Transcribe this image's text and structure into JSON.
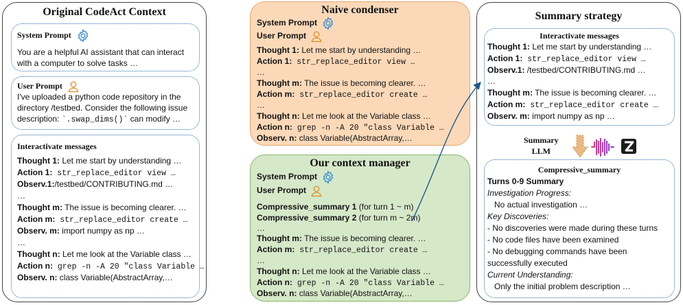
{
  "left": {
    "title": "Original CodeAct Context",
    "system": {
      "label": "System Prompt",
      "text1": "You are a helpful AI assistant that can interact",
      "text2": "with a computer to solve tasks …"
    },
    "user": {
      "label": "User Prompt",
      "text1": "I've uploaded a python code repository in the",
      "text2": "directory /testbed. Consider the following issue",
      "text3a": "description: ",
      "text3b": "`.swap_dims()`",
      "text3c": " can modify …"
    },
    "messages": {
      "title": "Interactivate messages",
      "t1": "Thought 1:",
      "t1v": " Let me start by understanding …",
      "a1": "Action 1:",
      "a1v": " str_replace_editor view …",
      "o1": "Observ.1:",
      "o1v": "/testbed/CONTRIBUTING.md …",
      "dots1": "…",
      "tm": "Thought m:",
      "tmv": " The issue is becoming clearer. …",
      "am": "Action m:",
      "amv": " str_replace_editor create …",
      "om": "Observ. m:",
      "omv": " import numpy as np …",
      "dots2": "…",
      "tn": "Thought n:",
      "tnv": " Let me look at the Variable class …",
      "an": "Action n:",
      "anv": " grep -n -A 20 \"class Variable …",
      "on": "Observ. n:",
      "onv": " class Variable(AbstractArray,…"
    }
  },
  "naive": {
    "title": "Naive condenser",
    "system": "System Prompt",
    "user": "User Prompt",
    "t1": "Thought 1:",
    "t1v": " Let me start by understanding …",
    "a1": "Action 1:",
    "a1v": " str_replace_editor view …",
    "dots1": "…",
    "tm": "Thought m:",
    "tmv": " The issue is becoming clearer. …",
    "am": "Action m:",
    "amv": " str_replace_editor create …",
    "dots2": "…",
    "tn": "Thought n:",
    "tnv": " Let me look at the Variable class …",
    "an": "Action n:",
    "anv": " grep -n -A 20 \"class Variable …",
    "on": "Observ. n:",
    "onv": " class Variable(AbstractArray,…"
  },
  "ours": {
    "title": "Our context manager",
    "system": "System Prompt",
    "user": "User Prompt",
    "cs1": "Compressive_summary 1",
    "cs1v": " (for turn 1 ~ m)",
    "cs2": "Compressive_summary 2",
    "cs2v": " (for turn m ~ 2m)",
    "dots1": "…",
    "tm": "Thought m:",
    "tmv": " The issue is becoming clearer. …",
    "am": "Action m:",
    "amv": " str_replace_editor create …",
    "dots2": "…",
    "tn": "Thought n:",
    "tnv": " Let me look at the Variable class …",
    "an": "Action n:",
    "anv": " grep -n -A 20 \"class Variable …",
    "on": "Observ. n:",
    "onv": " class Variable(AbstractArray,…"
  },
  "right": {
    "title": "Summary strategy",
    "messages": {
      "title": "Interactivate messages",
      "t1": "Thought 1:",
      "t1v": " Let me start by understanding …",
      "a1": "Action 1:",
      "a1v": " str_replace_editor view …",
      "o1": "Observ.1:",
      "o1v": " /testbed/CONTRIBUTING.md …",
      "dots": "…",
      "tm": "Thought m:",
      "tmv": " The issue is becoming clearer. …",
      "am": "Action m:",
      "amv": " str_replace_editor create …",
      "om": "Observ. m:",
      "omv": " import numpy as np …"
    },
    "llm_label_1": "Summary",
    "llm_label_2": "LLM",
    "summary": {
      "title": "Compressive_summary",
      "heading": "Turns 0-9 Summary",
      "inv": "Investigation Progress:",
      "inv1": "No actual investigation …",
      "key": "Key Discoveries:",
      "k1": "- No discoveries were made during these turns",
      "k2": "- No code files have been examined",
      "k3a": "- No debugging commands have been",
      "k3b": "successfully executed",
      "cur": "Current Understanding:",
      "cur1": "Only the initial problem description …"
    }
  },
  "colors": {
    "naive_fill": "#fbd9b8",
    "naive_border": "#e8a46c",
    "ours_fill": "#d5e8c8",
    "ours_border": "#86b36b",
    "dotted": "#2b6fb3",
    "gear": "#2f86d6",
    "person": "#e08a1e",
    "arrow": "#e8b980"
  }
}
